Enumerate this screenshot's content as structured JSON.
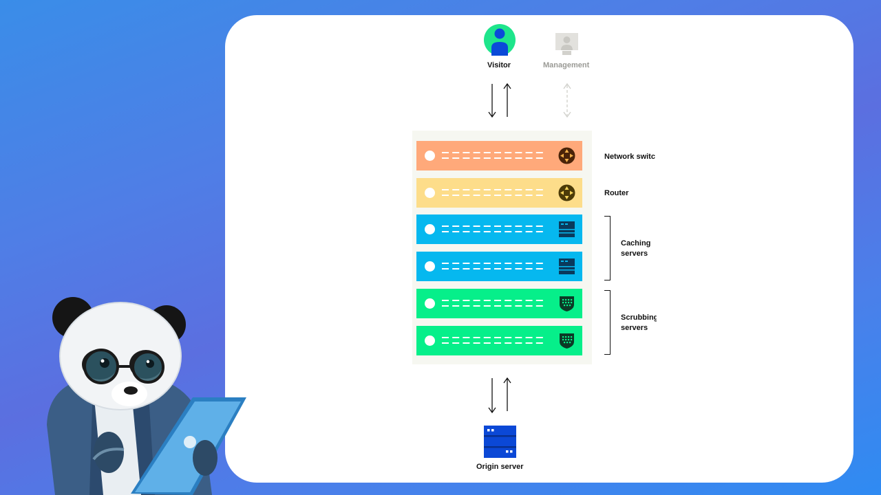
{
  "diagram": {
    "visitor_label": "Visitor",
    "management_label": "Management",
    "origin_label": "Origin server",
    "rows": [
      {
        "label": "Network switc",
        "color": "#ffa97a",
        "icon": "switch-icon"
      },
      {
        "label": "Router",
        "color": "#fddd8a",
        "icon": "router-icon"
      },
      {
        "label": "",
        "color": "#06b8ef",
        "icon": "server-icon"
      },
      {
        "label": "",
        "color": "#06b8ef",
        "icon": "server-icon"
      },
      {
        "label": "",
        "color": "#06ef8a",
        "icon": "shield-icon"
      },
      {
        "label": "",
        "color": "#06ef8a",
        "icon": "shield-icon"
      }
    ],
    "caching_label_line1": "Caching",
    "caching_label_line2": "servers",
    "scrubbing_label_line1": "Scrubbing",
    "scrubbing_label_line2": "servers"
  },
  "colors": {
    "visitor_circle": "#1ee58b",
    "visitor_person": "#0b4ad8",
    "origin_blue": "#0b48d6"
  }
}
